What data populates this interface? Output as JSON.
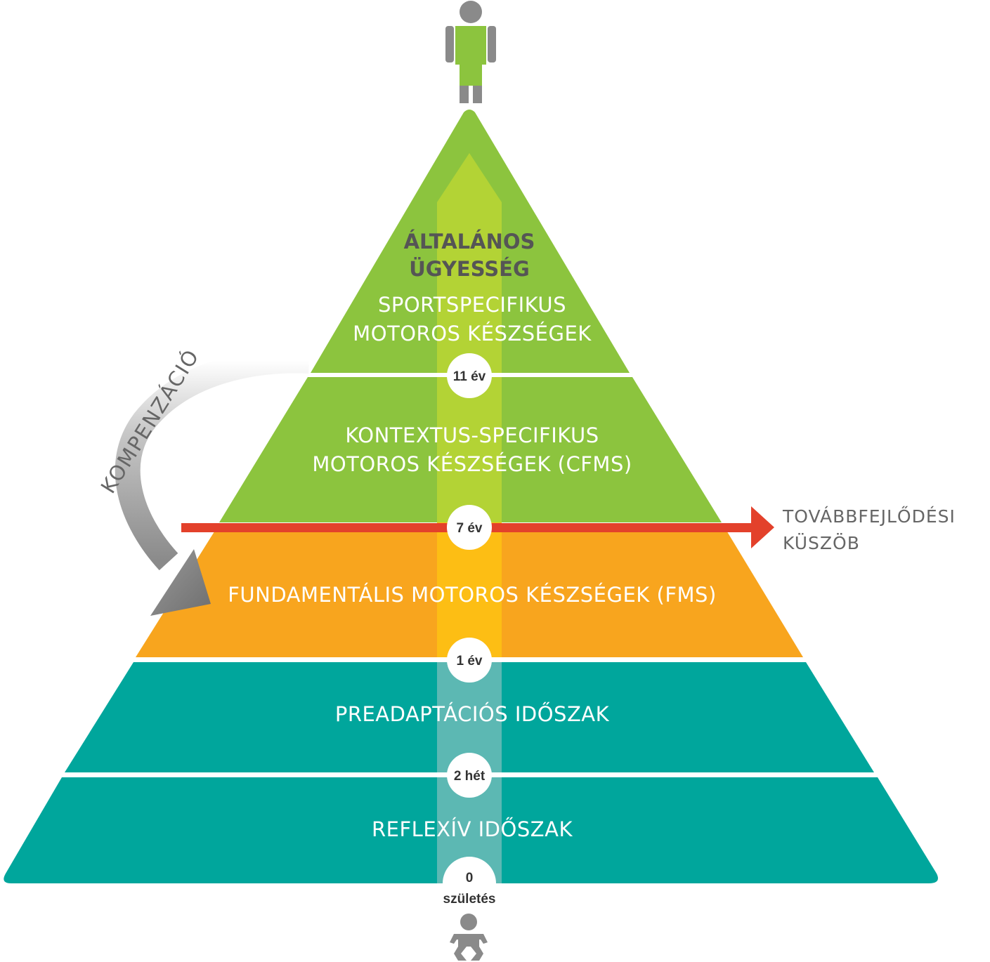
{
  "top_label": {
    "line1": "ÁLTALÁNOS",
    "line2": "ÜGYESSÉG"
  },
  "levels": [
    {
      "line1": "SPORTSPECIFIKUS",
      "line2": "MOTOROS KÉSZSÉGEK",
      "color": "#8cc43e"
    },
    {
      "line1": "KONTEXTUS-SPECIFIKUS",
      "line2": "MOTOROS KÉSZSÉGEK (CFMS)",
      "color": "#8cc43e"
    },
    {
      "line1": "FUNDAMENTÁLIS MOTOROS KÉSZSÉGEK (FMS)",
      "line2": "",
      "color": "#f8a51e"
    },
    {
      "line1": "PREADAPTÁCIÓS IDŐSZAK",
      "line2": "",
      "color": "#00a69c"
    },
    {
      "line1": "REFLEXÍV IDŐSZAK",
      "line2": "",
      "color": "#00a69c"
    }
  ],
  "milestones": [
    "11 év",
    "7 év",
    "1 év",
    "2 hét",
    "0"
  ],
  "birth_label": "születés",
  "threshold": {
    "line1": "TOVÁBBFEJLŐDÉSI",
    "line2": "KÜSZÖB",
    "color": "#e3412b"
  },
  "compensation_label": "KOMPENZÁCIÓ",
  "icons": {
    "top": "adult-person-icon",
    "bottom": "baby-icon"
  }
}
